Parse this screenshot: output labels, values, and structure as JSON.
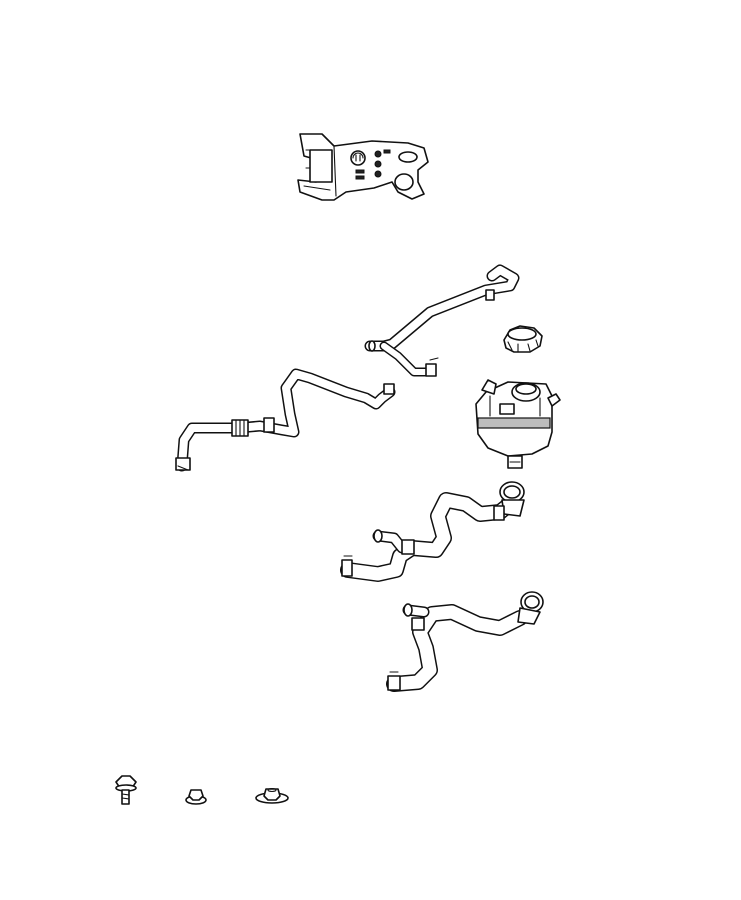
{
  "diagram": {
    "background": "#ffffff",
    "line_color": "#111111",
    "parts": [
      "bracket",
      "upper-coolant-hose",
      "lower-coolant-hose",
      "pressure-cap",
      "coolant-reservoir",
      "radiator-hose-upper",
      "radiator-hose-lower",
      "bolt",
      "nut",
      "flange-nut"
    ]
  }
}
